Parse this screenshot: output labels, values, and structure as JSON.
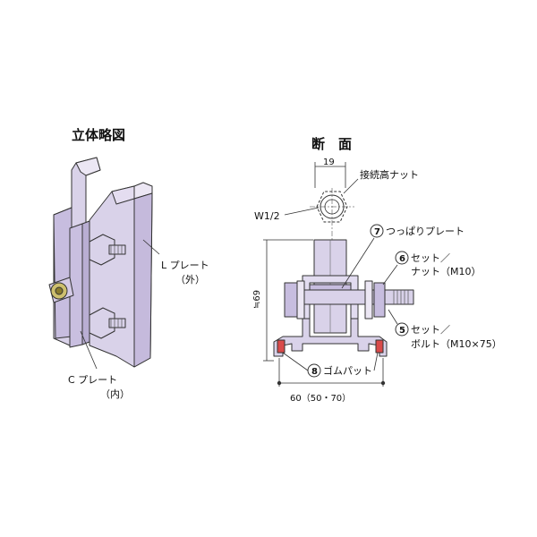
{
  "titles": {
    "isometric": "立体略図",
    "section": "断　面"
  },
  "isometric": {
    "l_plate_line1": "L プレート",
    "l_plate_line2": "（外）",
    "c_plate_line1": "C プレート",
    "c_plate_line2": "（内）"
  },
  "section": {
    "dim_top": "19",
    "label_high_nut": "接続高ナット",
    "label_w": "W1/2",
    "part7_num": "7",
    "part7_name": "つっぱりプレート",
    "part6_num": "6",
    "part6_line1": "セット／",
    "part6_line2": "ナット（M10）",
    "dim_height": "≒69",
    "part5_num": "5",
    "part5_line1": "セット／",
    "part5_line2": "ボルト（M10×75）",
    "part8_num": "8",
    "part8_name": "ゴムパット",
    "dim_width": "60（50・70）"
  },
  "colors": {
    "metal": "#d9d2e9",
    "metal_dark": "#b9aed3",
    "outline": "#333333",
    "rubber": "#d94a4a"
  }
}
